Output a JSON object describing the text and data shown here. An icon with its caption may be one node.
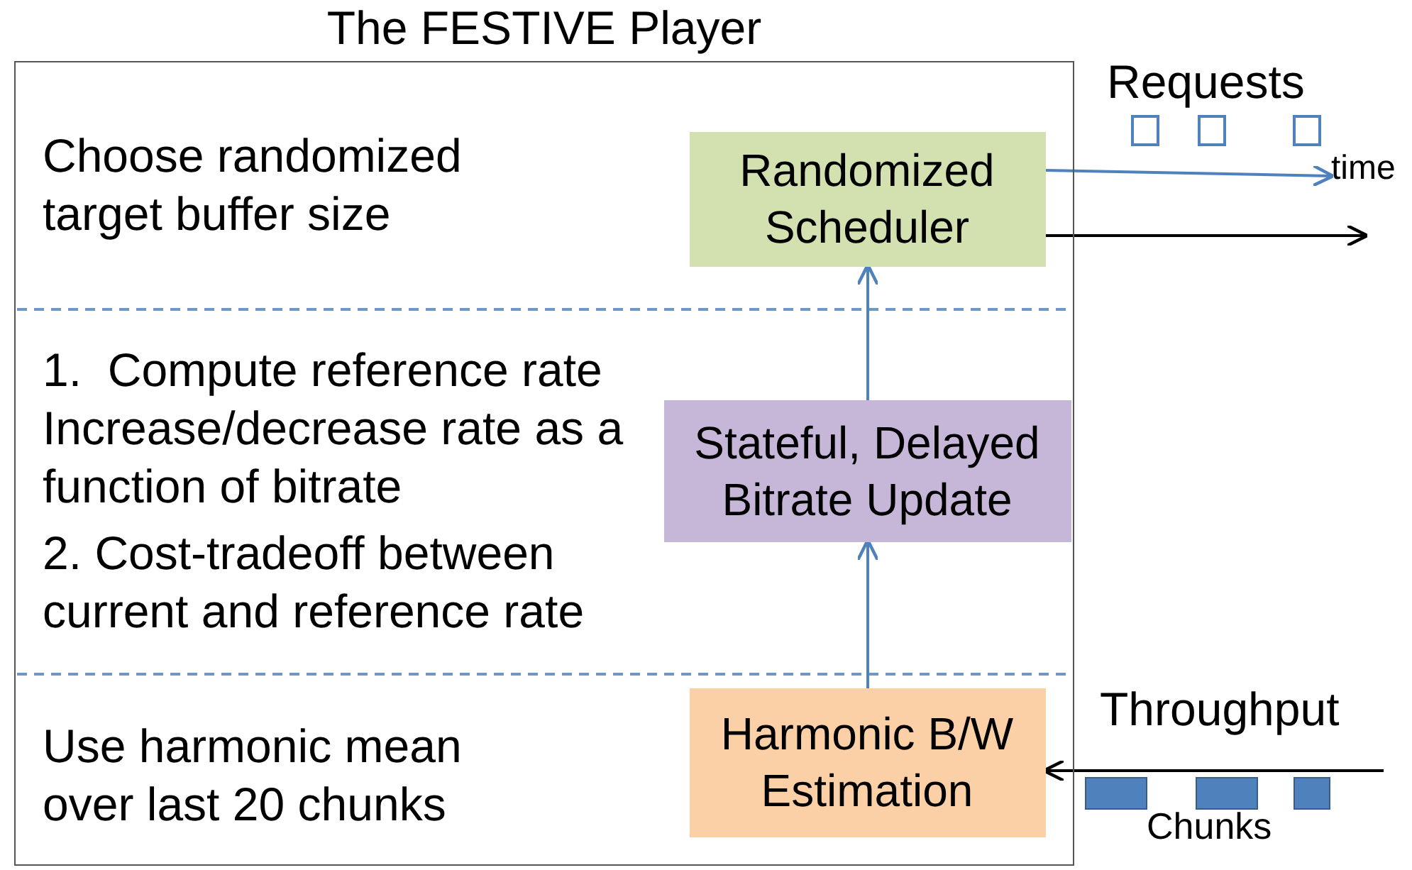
{
  "diagram": {
    "nodes": [
      {
        "text": [
          "The FESTIVE Player"
        ]
      },
      {
        "text": [
          "Randomized Scheduler"
        ],
        "in": 0
      },
      {
        "text": [
          "Stateful, Delayed Bitrate Update"
        ],
        "in": 0
      },
      {
        "text": [
          "Harmonic B/W Estimation"
        ],
        "in": 0
      },
      {
        "text": [
          "time"
        ]
      }
    ],
    "edges": [
      {
        "from": 3,
        "to": 2,
        "arrow": "to"
      },
      {
        "from": 2,
        "to": 1,
        "arrow": "to"
      },
      {
        "from": 1,
        "to": null,
        "arrow": "to",
        "color": "#000000"
      },
      {
        "from": null,
        "to": 3,
        "arrow": "to",
        "color": "#000000"
      },
      {
        "from": 1,
        "to": 4,
        "arrow": "to"
      }
    ],
    "labels": [
      "Choose randomized target buffer size",
      "1.  Compute reference rate Increase/decrease rate as a function of bitrate",
      "2. Cost-tradeoff between current and reference rate",
      "Use harmonic mean over last 20 chunks",
      "Requests",
      "Throughput",
      "Chunks"
    ]
  }
}
